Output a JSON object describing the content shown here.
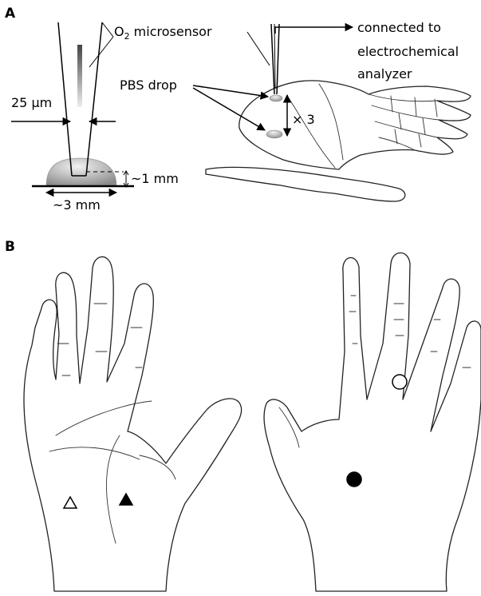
{
  "panel_a": {
    "letter": "A",
    "o2_label": "O",
    "o2_sub": "2",
    "o2_rest": " microsensor",
    "tip_width": "25 µm",
    "pbs_label": "PBS drop",
    "drop_height": "~1 mm",
    "drop_width": "~3 mm",
    "connected_line1": "connected to",
    "connected_line2": "electrochemical",
    "connected_line3": "analyzer",
    "repeat": "× 3"
  },
  "panel_b": {
    "letter": "B",
    "markers": [
      {
        "name": "open-triangle-marker",
        "shape": "triangle",
        "fill": "#ffffff"
      },
      {
        "name": "filled-triangle-marker",
        "shape": "triangle",
        "fill": "#000000"
      },
      {
        "name": "open-circle-marker",
        "shape": "circle",
        "fill": "#ffffff"
      },
      {
        "name": "filled-circle-marker",
        "shape": "circle",
        "fill": "#000000"
      }
    ]
  },
  "colors": {
    "drop_light": "#f2f2f2",
    "drop_dark": "#8a8a8a",
    "needle_dark": "#444444"
  }
}
